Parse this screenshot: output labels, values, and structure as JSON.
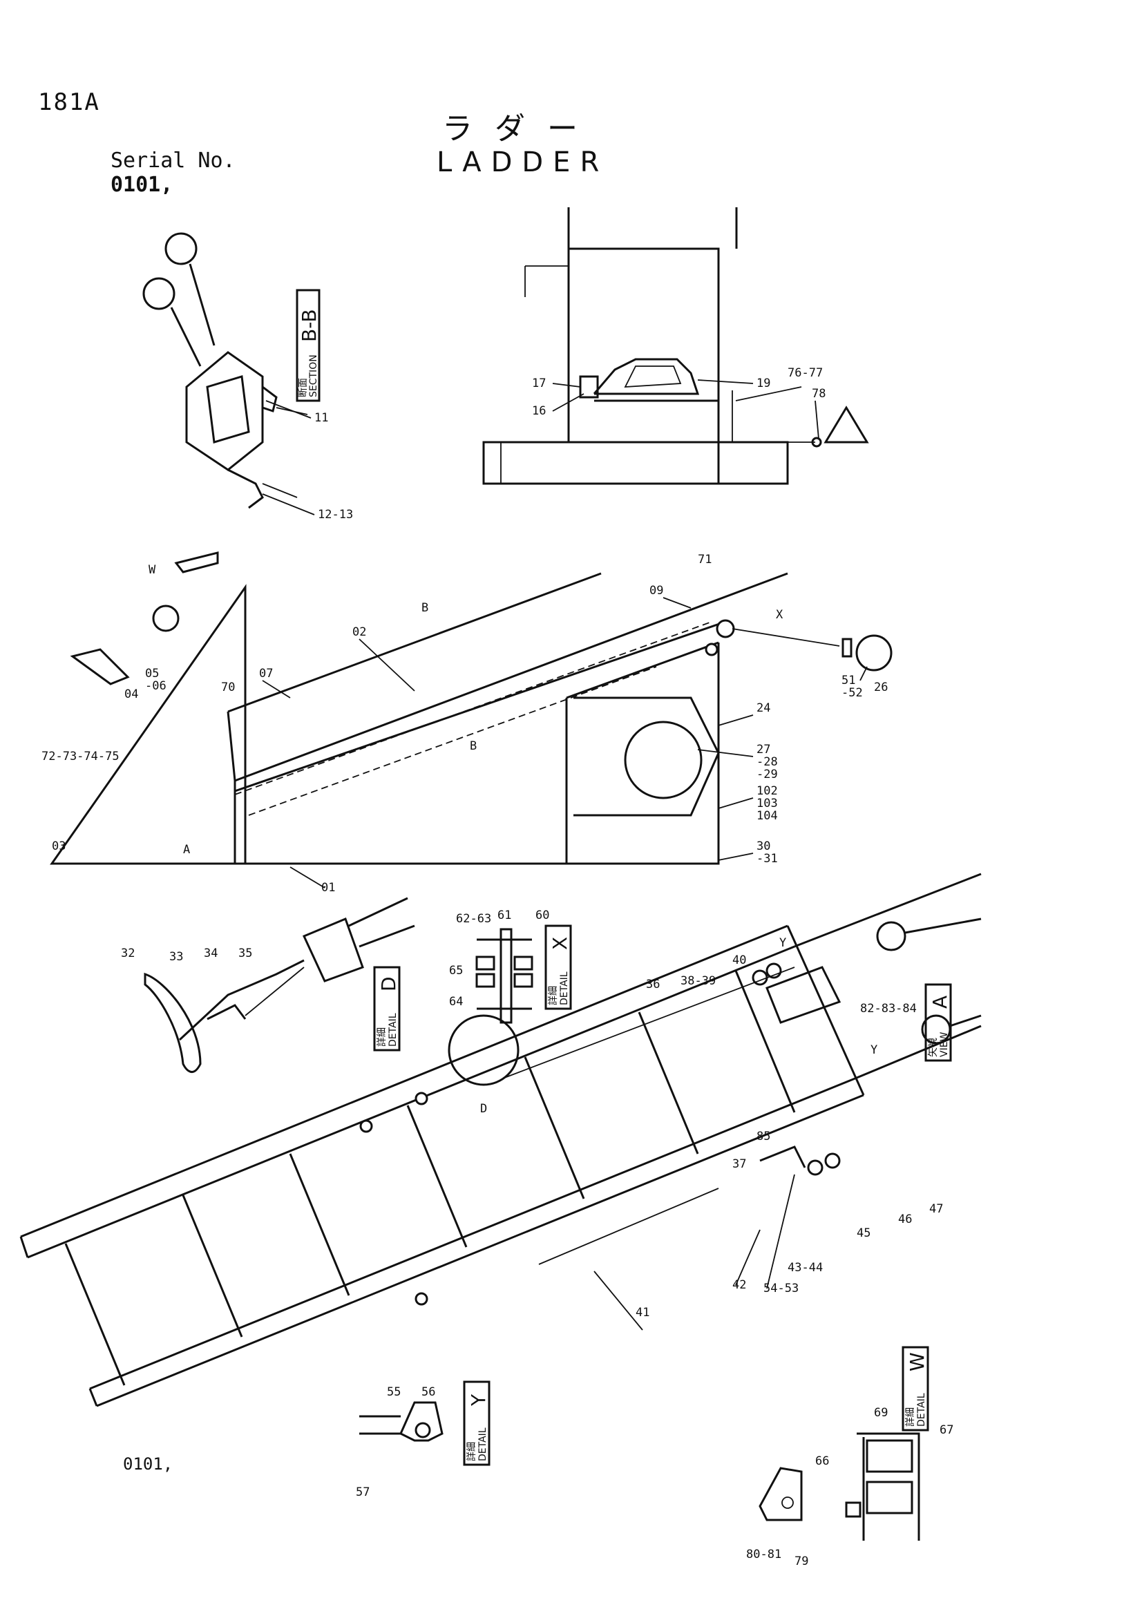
{
  "header": {
    "page_code": "181A",
    "serial_label": "Serial No.",
    "serial_value": "0101,",
    "title_jp": "ラダー",
    "title_en": "LADDER"
  },
  "footer": {
    "serial": "0101,"
  },
  "views": {
    "section_bb": {
      "jp": "断面",
      "en": "SECTION",
      "letter": "B-B"
    },
    "detail_d": {
      "jp": "詳細",
      "en": "DETAIL",
      "letter": "D"
    },
    "detail_x": {
      "jp": "詳細",
      "en": "DETAIL",
      "letter": "X"
    },
    "view_a": {
      "jp": "矢視",
      "en": "VIEW",
      "letter": "A"
    },
    "detail_y": {
      "jp": "詳細",
      "en": "DETAIL",
      "letter": "Y"
    },
    "detail_w": {
      "jp": "詳細",
      "en": "DETAIL",
      "letter": "W"
    }
  },
  "markers": {
    "w": "W",
    "x": "X",
    "y1": "Y",
    "y2": "Y",
    "d": "D",
    "a": "A",
    "b1": "B",
    "b2": "B"
  },
  "callouts": {
    "c11": "11",
    "c12": "12-13",
    "c16": "16",
    "c17": "17",
    "c19": "19",
    "c7677": "76-77",
    "c78": "78",
    "c72": "72-73-74-75",
    "c04": "04",
    "c0506": "05\n-06",
    "c03": "03",
    "c02": "02",
    "c07": "07",
    "c70": "70",
    "c09": "09",
    "c71": "71",
    "c01": "01",
    "c24": "24",
    "c27": "27\n-28\n-29",
    "c102": "102\n103\n104",
    "c30": "30\n-31",
    "c51": "51\n-52",
    "c26": "26",
    "c32": "32",
    "c33": "33",
    "c34": "34",
    "c35": "35",
    "c6263": "62-63",
    "c61": "61",
    "c60": "60",
    "c65": "65",
    "c64": "64",
    "c36": "36",
    "c3839": "38-39",
    "c40": "40",
    "c828384": "82-83-84",
    "c37": "37",
    "c85": "85",
    "c42": "42",
    "c5453": "54-53",
    "c4344": "43-44",
    "c45": "45",
    "c46": "46",
    "c47": "47",
    "c41": "41",
    "c55": "55",
    "c56": "56",
    "c57": "57",
    "c69": "69",
    "c66": "66",
    "c67": "67",
    "c8081": "80-81",
    "c79": "79"
  }
}
